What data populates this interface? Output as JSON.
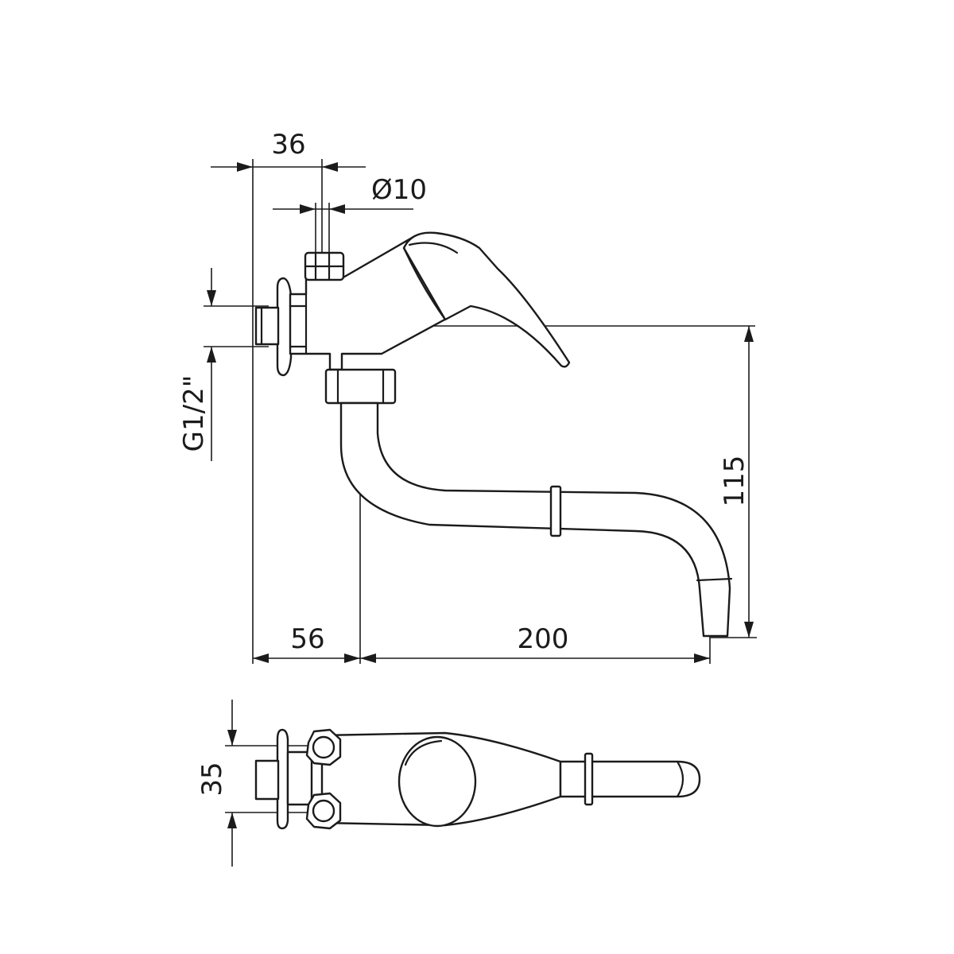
{
  "diagram": {
    "dimensions": {
      "top_width": "36",
      "diameter": "Ø10",
      "thread": "G1/2\"",
      "height": "115",
      "offset": "56",
      "reach": "200",
      "plan_width": "35"
    }
  }
}
